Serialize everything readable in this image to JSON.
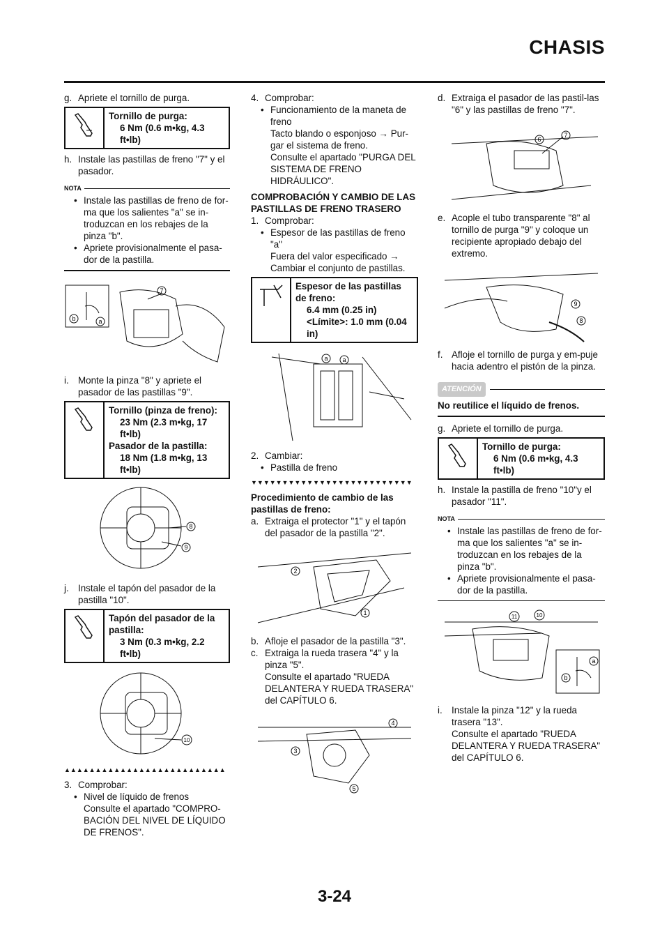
{
  "header": {
    "section": "CHASIS",
    "page": "3-24"
  },
  "col1": {
    "g": {
      "label": "g.",
      "text": "Apriete el tornillo de purga."
    },
    "spec1": {
      "title": "Tornillo de purga:",
      "v1": "6 Nm (0.6 m•kg, 4.3",
      "v2": "ft•lb)"
    },
    "h": {
      "label": "h.",
      "text": "Instale las pastillas de freno \"7\" y el pasador."
    },
    "nota_label": "NOTA",
    "nota1": "Instale las pastillas de freno de for-ma que los salientes \"a\" se in-troduzcan en los rebajes de la pinza \"b\".",
    "nota2": "Apriete provisionalmente el pasa-dor de la pastilla.",
    "fig1": {
      "l7": "7",
      "la": "a",
      "lb": "b"
    },
    "i": {
      "label": "i.",
      "text": "Monte la pinza \"8\" y apriete el pasador de las pastillas \"9\"."
    },
    "spec2": {
      "t1": "Tornillo (pinza de freno):",
      "v1": "23 Nm (2.3 m•kg, 17",
      "v2": "ft•lb)",
      "t2": "Pasador de la pastilla:",
      "v3": "18 Nm (1.8 m•kg, 13",
      "v4": "ft•lb)"
    },
    "fig2": {
      "l8": "8",
      "l9": "9"
    },
    "j": {
      "label": "j.",
      "text": "Instale el tapón del pasador de la pastilla \"10\"."
    },
    "spec3": {
      "t1": "Tapón del pasador de la",
      "t2": "pastilla:",
      "v1": "3 Nm (0.3 m•kg, 2.2",
      "v2": "ft•lb)"
    },
    "fig3": {
      "l10": "10"
    },
    "tri_up": "▲▲▲▲▲▲▲▲▲▲▲▲▲▲▲▲▲▲▲▲▲▲▲▲▲▲",
    "s3": {
      "label": "3.",
      "text": "Comprobar:"
    },
    "s3b": "Nivel de líquido de frenos",
    "s3c": "Consulte el apartado \"COMPRO-BACIÓN DEL NIVEL DE LÍQUIDO DE FRENOS\"."
  },
  "col2": {
    "s4": {
      "label": "4.",
      "text": "Comprobar:"
    },
    "s4b": "Funcionamiento de la maneta de freno",
    "s4c": "Tacto blando o esponjoso → Pur-gar el sistema de freno.",
    "s4d": "Consulte el apartado \"PURGA DEL SISTEMA DE FRENO HIDRÁULICO\".",
    "heading": "COMPROBACIÓN Y CAMBIO DE LAS PASTILLAS DE FRENO TRASERO",
    "s1": {
      "label": "1.",
      "text": "Comprobar:"
    },
    "s1b": "Espesor de las pastillas de freno \"a\"",
    "s1c": "Fuera del valor especificado → Cambiar el conjunto de pastillas.",
    "spec4": {
      "t1": "Espesor de las pastillas",
      "t2": "de freno:",
      "v1": "6.4 mm (0.25 in)",
      "v2": "<Límite>: 1.0 mm (0.04",
      "v3": "in)"
    },
    "fig4": {
      "la1": "a",
      "la2": "a"
    },
    "s2": {
      "label": "2.",
      "text": "Cambiar:"
    },
    "s2b": "Pastilla de freno",
    "tri_down": "▼▼▼▼▼▼▼▼▼▼▼▼▼▼▼▼▼▼▼▼▼▼▼▼▼▼",
    "proc": "Procedimiento de cambio de las pastillas de freno:",
    "a": {
      "label": "a.",
      "text": "Extraiga el protector \"1\" y el tapón del pasador de la pastilla \"2\"."
    },
    "fig5": {
      "l1": "1",
      "l2": "2"
    },
    "b": {
      "label": "b.",
      "text": "Afloje el pasador de la pastilla \"3\"."
    },
    "c": {
      "label": "c.",
      "text": "Extraiga la rueda trasera \"4\" y la pinza \"5\"."
    },
    "c2": "Consulte el apartado \"RUEDA DELANTERA Y RUEDA TRASERA\" del CAPÍTULO 6.",
    "fig6": {
      "l3": "3",
      "l4": "4",
      "l5": "5"
    }
  },
  "col3": {
    "d": {
      "label": "d.",
      "text": "Extraiga el pasador de las pastil-las \"6\" y las pastillas de freno \"7\"."
    },
    "fig7": {
      "l6": "6",
      "l7": "7"
    },
    "e": {
      "label": "e.",
      "text": "Acople el tubo transparente \"8\" al tornillo de purga \"9\" y coloque un recipiente apropiado debajo del extremo."
    },
    "fig8": {
      "l8": "8",
      "l9": "9"
    },
    "f": {
      "label": "f.",
      "text": "Afloje el tornillo de purga y em-puje hacia adentro el pistón de la pinza."
    },
    "atencion": "ATENCIÓN",
    "atencion_text": "No reutilice el líquido de frenos.",
    "g": {
      "label": "g.",
      "text": "Apriete el tornillo de purga."
    },
    "spec5": {
      "title": "Tornillo de purga:",
      "v1": "6 Nm (0.6 m•kg, 4.3",
      "v2": "ft•lb)"
    },
    "h": {
      "label": "h.",
      "text": "Instale la pastilla de freno \"10\"y el pasador \"11\"."
    },
    "nota_label": "NOTA",
    "nota1": "Instale las pastillas de freno de for-ma que los salientes \"a\" se in-troduzcan en los rebajes de la pinza \"b\".",
    "nota2": "Apriete provisionalmente el pasa-dor de la pastilla.",
    "fig9": {
      "l10": "10",
      "l11": "11",
      "la": "a",
      "lb": "b"
    },
    "i": {
      "label": "i.",
      "text": "Instale la pinza \"12\" y la rueda trasera \"13\"."
    },
    "i2": "Consulte el apartado \"RUEDA DELANTERA Y RUEDA TRASERA\" del CAPÍTULO 6."
  }
}
